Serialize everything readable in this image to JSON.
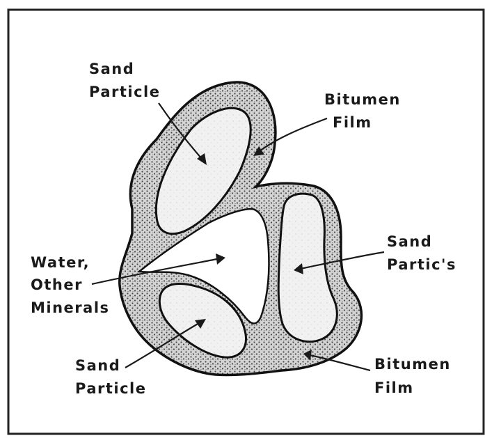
{
  "diagram": {
    "labels": {
      "sand_particle_top": [
        "Sand",
        "Particle"
      ],
      "bitumen_film_top": [
        "Bitumen",
        "Film"
      ],
      "sand_particles_right": [
        "Sand",
        "Partic's"
      ],
      "water_other_minerals": [
        "Water,",
        "Other",
        "Minerals"
      ],
      "sand_particle_bottom": [
        "Sand",
        "Particle"
      ],
      "bitumen_film_bottom": [
        "Bitumen",
        "Film"
      ]
    }
  }
}
